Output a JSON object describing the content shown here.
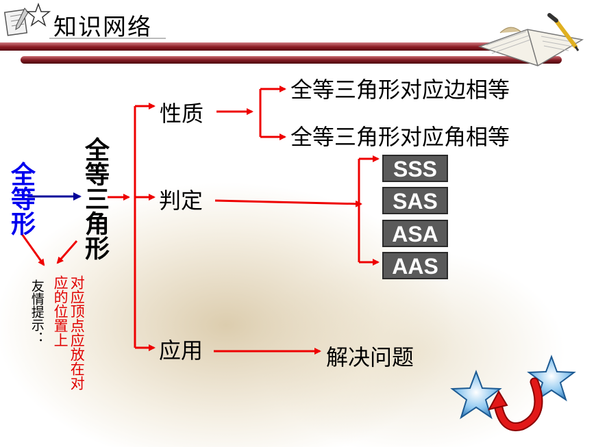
{
  "title": "知识网络",
  "left_main": "全等形",
  "center_main": "全等三角形",
  "branches": {
    "property": "性质",
    "judgement": "判定",
    "application": "应用"
  },
  "properties": [
    "全等三角形对应边相等",
    "全等三角形对应角相等"
  ],
  "criteria": [
    "SSS",
    "SAS",
    "ASA",
    "AAS"
  ],
  "application_result": "解决问题",
  "hint_label": "友情提示：",
  "hint_text": "对应顶点应放在对应的位置上",
  "colors": {
    "arrow": "#ee0000",
    "left_arrow": "#000099",
    "bar": "#8b1a22"
  }
}
